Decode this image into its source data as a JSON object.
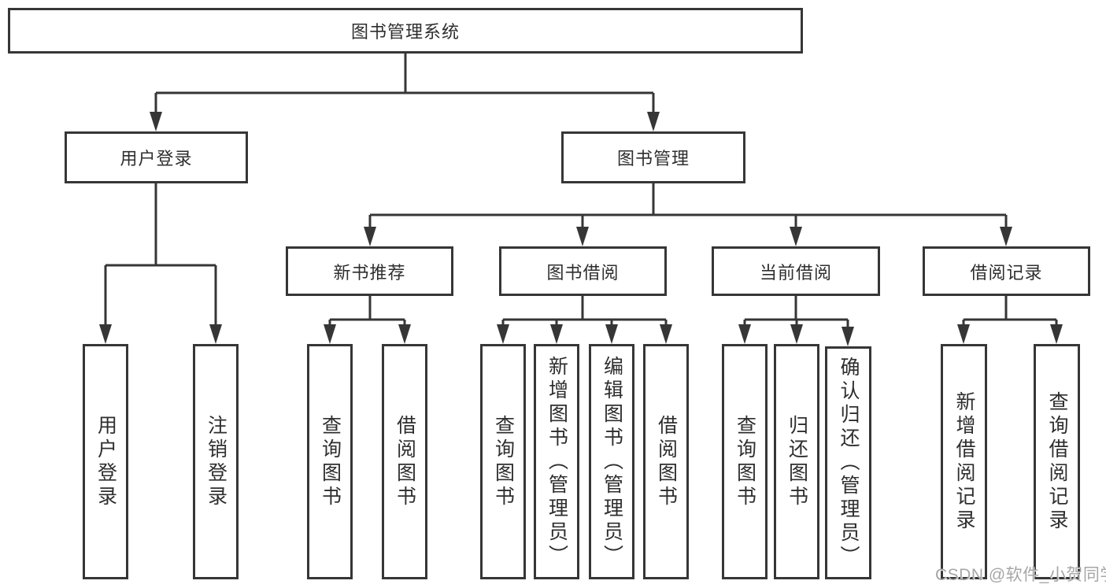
{
  "diagram": {
    "title": "图书管理系统",
    "level2": {
      "user_login": "用户登录",
      "book_mgmt": "图书管理"
    },
    "level3": {
      "new_book_rec": "新书推荐",
      "book_borrow": "图书借阅",
      "current_borrow": "当前借阅",
      "borrow_records": "借阅记录"
    },
    "leaves": {
      "ul_login": "用户登录",
      "ul_logout": "注销登录",
      "nb_query": "查询图书",
      "nb_borrow": "借阅图书",
      "bb_query": "查询图书",
      "bb_add": "新增图书（管理员）",
      "bb_edit": "编辑图书（管理员）",
      "bb_borrow": "借阅图书",
      "cb_query": "查询图书",
      "cb_return": "归还图书",
      "cb_confirm": "确认归还（管理员）",
      "br_add": "新增借阅记录",
      "br_query": "查询借阅记录"
    },
    "watermark": "CSDN @软件_小贺同学",
    "colors": {
      "line": "#363636",
      "text": "#2e2e2e",
      "watermark": "#a6a6a6"
    }
  }
}
